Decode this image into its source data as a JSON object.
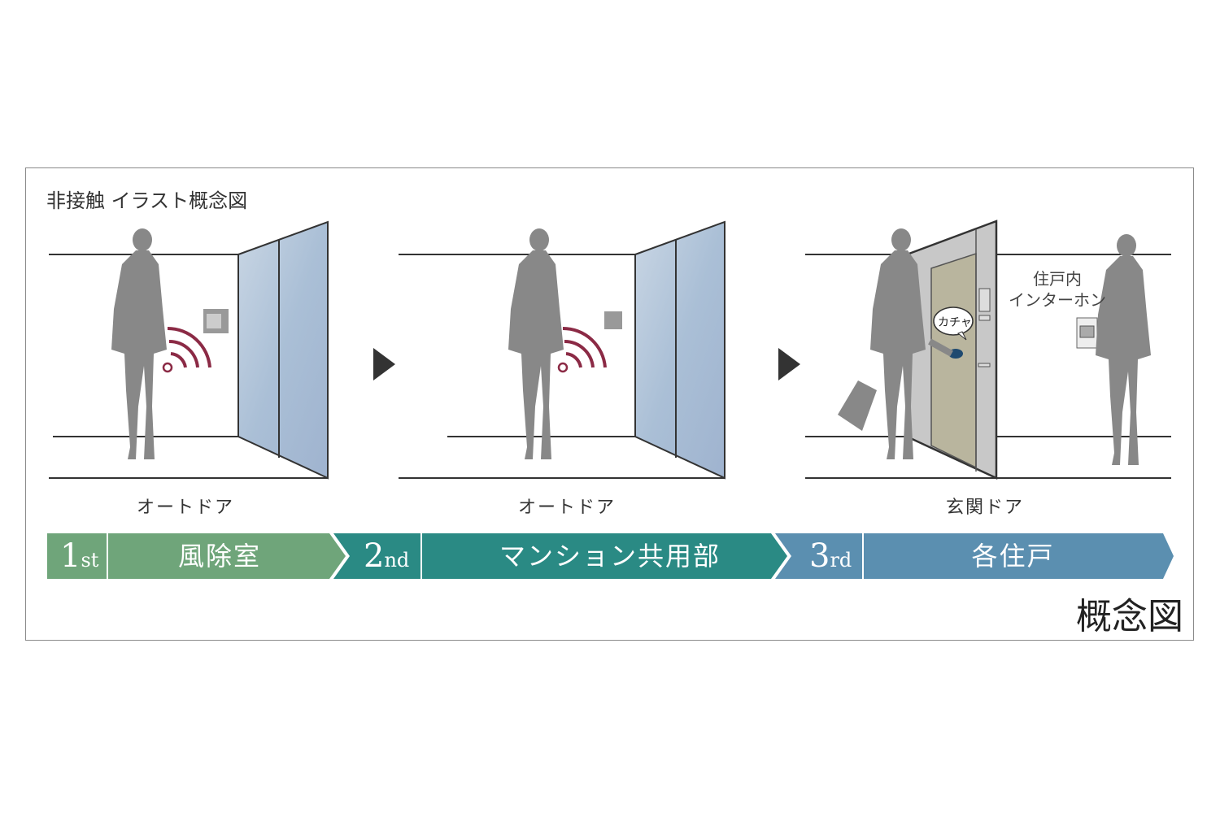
{
  "title": "非接触 イラスト概念図",
  "panels": [
    {
      "caption": "オートドア"
    },
    {
      "caption": "オートドア"
    },
    {
      "caption": "玄関ドア",
      "speech": "カチャ",
      "note_line1": "住戸内",
      "note_line2": "インターホン"
    }
  ],
  "steps": [
    {
      "num": "1",
      "suffix": "st",
      "label": "風除室",
      "color": "#6fa57a"
    },
    {
      "num": "2",
      "suffix": "nd",
      "label": "マンション共用部",
      "color": "#2a8a84"
    },
    {
      "num": "3",
      "suffix": "rd",
      "label": "各住戸",
      "color": "#5b8fb0"
    }
  ],
  "footer": "概念図"
}
